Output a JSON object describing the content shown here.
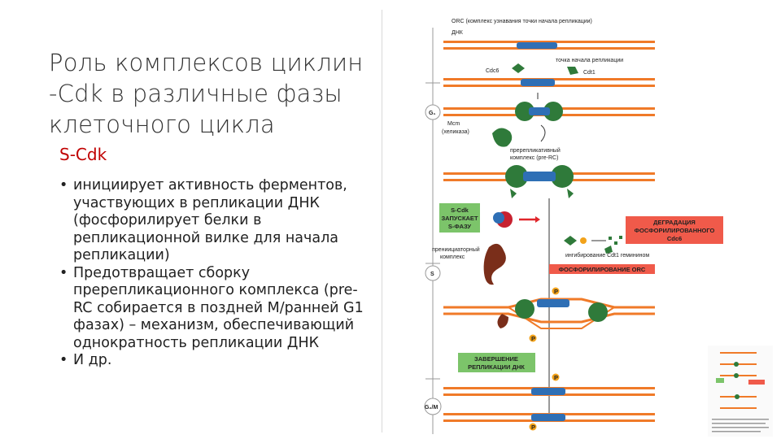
{
  "slide": {
    "title": "Роль комплексов циклин\n-Cdk в различные фазы\nклеточного цикла",
    "subtitle": "S-Cdk",
    "bullets": [
      "инициирует активность ферментов, участвующих в репликации ДНК (фосфорилирует белки в репликационной вилке для начала репликации)",
      "Предотвращает сборку пререпликационного комплекса (pre-RC собирается в поздней M/ранней G1 фазах) – механизм, обеспечивающий однократность репликации ДНК",
      "И др."
    ]
  },
  "diagram": {
    "labels": {
      "orc": "ORC (комплекс узнавания точки начала репликации)",
      "dna": "ДНК",
      "origin": "точка начала репликации",
      "cdc6": "Cdc6",
      "cdt1": "Cdt1",
      "mcm_1": "Mcm",
      "mcm_2": "(хеликаза)",
      "prerc_1": "пререпликативный",
      "prerc_2": "комплекс (pre-RC)",
      "scdk_1": "S-Cdk",
      "scdk_2": "ЗАПУСКАЕТ",
      "scdk_3": "S-ФАЗУ",
      "degr_1": "ДЕГРАДАЦИЯ",
      "degr_2": "ФОСФОРИЛИРОВАННОГО",
      "degr_3": "Cdc6",
      "preinit_1": "прениициаторный",
      "preinit_2": "комплекс",
      "cdt1_inhib": "ингибирование Cdt1 геминином",
      "orc_phos": "ФОСФОРИЛИРОВАНИЕ ORC",
      "complete_1": "ЗАВЕРШЕНИЕ",
      "complete_2": "РЕПЛИКАЦИИ ДНК",
      "p": "P"
    },
    "phases": {
      "g1": "G₁",
      "s": "S",
      "g2m": "G₂/M"
    },
    "colors": {
      "dna": "#f07a28",
      "orc": "#2e6fb5",
      "mcm": "#2f7a3a",
      "cdk": "#7a2e1a",
      "p_marker": "#f2a21a",
      "red_box": "#f05a4a",
      "green_box": "#7cc46a"
    }
  }
}
